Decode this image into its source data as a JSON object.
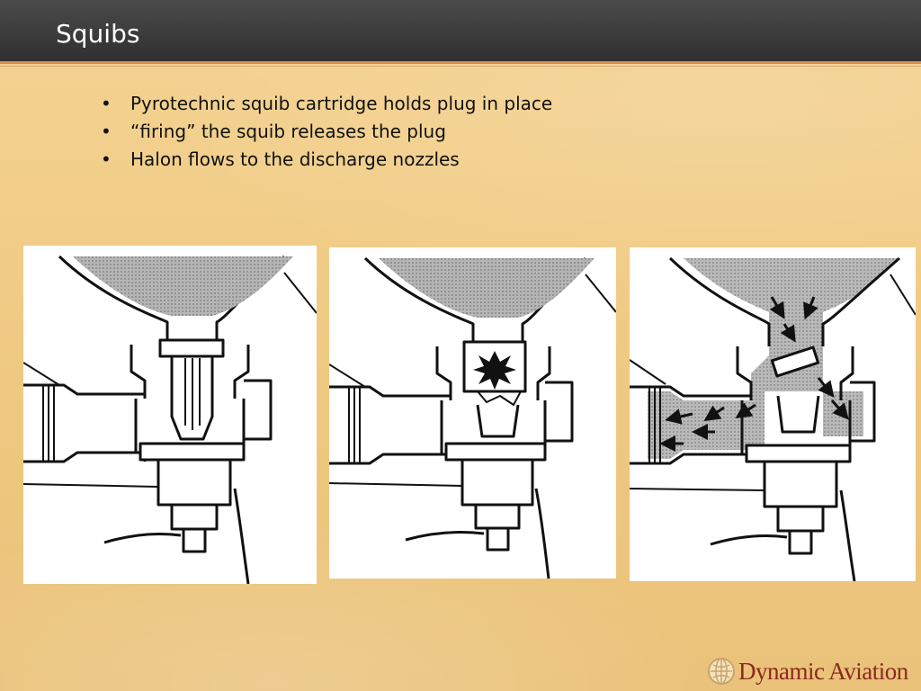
{
  "slide": {
    "title": "Squibs"
  },
  "bullets": [
    {
      "marker": "•",
      "text": "Pyrotechnic squib cartridge holds plug in place"
    },
    {
      "marker": "•",
      "text": "“firing” the squib releases the plug"
    },
    {
      "marker": "•",
      "text": "Halon flows to the discharge nozzles"
    }
  ],
  "diagram": {
    "panels": [
      {
        "state": "plug-in-place"
      },
      {
        "state": "squib-firing"
      },
      {
        "state": "halon-flowing"
      }
    ],
    "colors": {
      "line": "#111111",
      "halon_fill": "#b9b9b9",
      "bottle_fill": "#a9a9a9",
      "flash": "#111111"
    }
  },
  "footer": {
    "logo_text": "Dynamic Aviation",
    "logo_icon": "globe-icon"
  }
}
